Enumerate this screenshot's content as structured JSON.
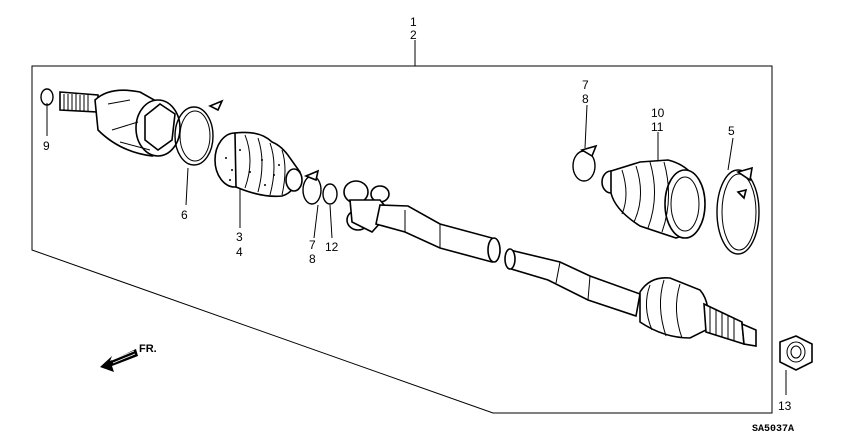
{
  "labels": {
    "l1": "1",
    "l2": "2",
    "l3": "3",
    "l4": "4",
    "l5": "5",
    "l6": "6",
    "l7a": "7",
    "l8a": "8",
    "l7b": "7",
    "l8b": "8",
    "l9": "9",
    "l10": "10",
    "l11": "11",
    "l12": "12",
    "l13": "13"
  },
  "direction_label": "FR.",
  "diagram_code": "SA5037A"
}
